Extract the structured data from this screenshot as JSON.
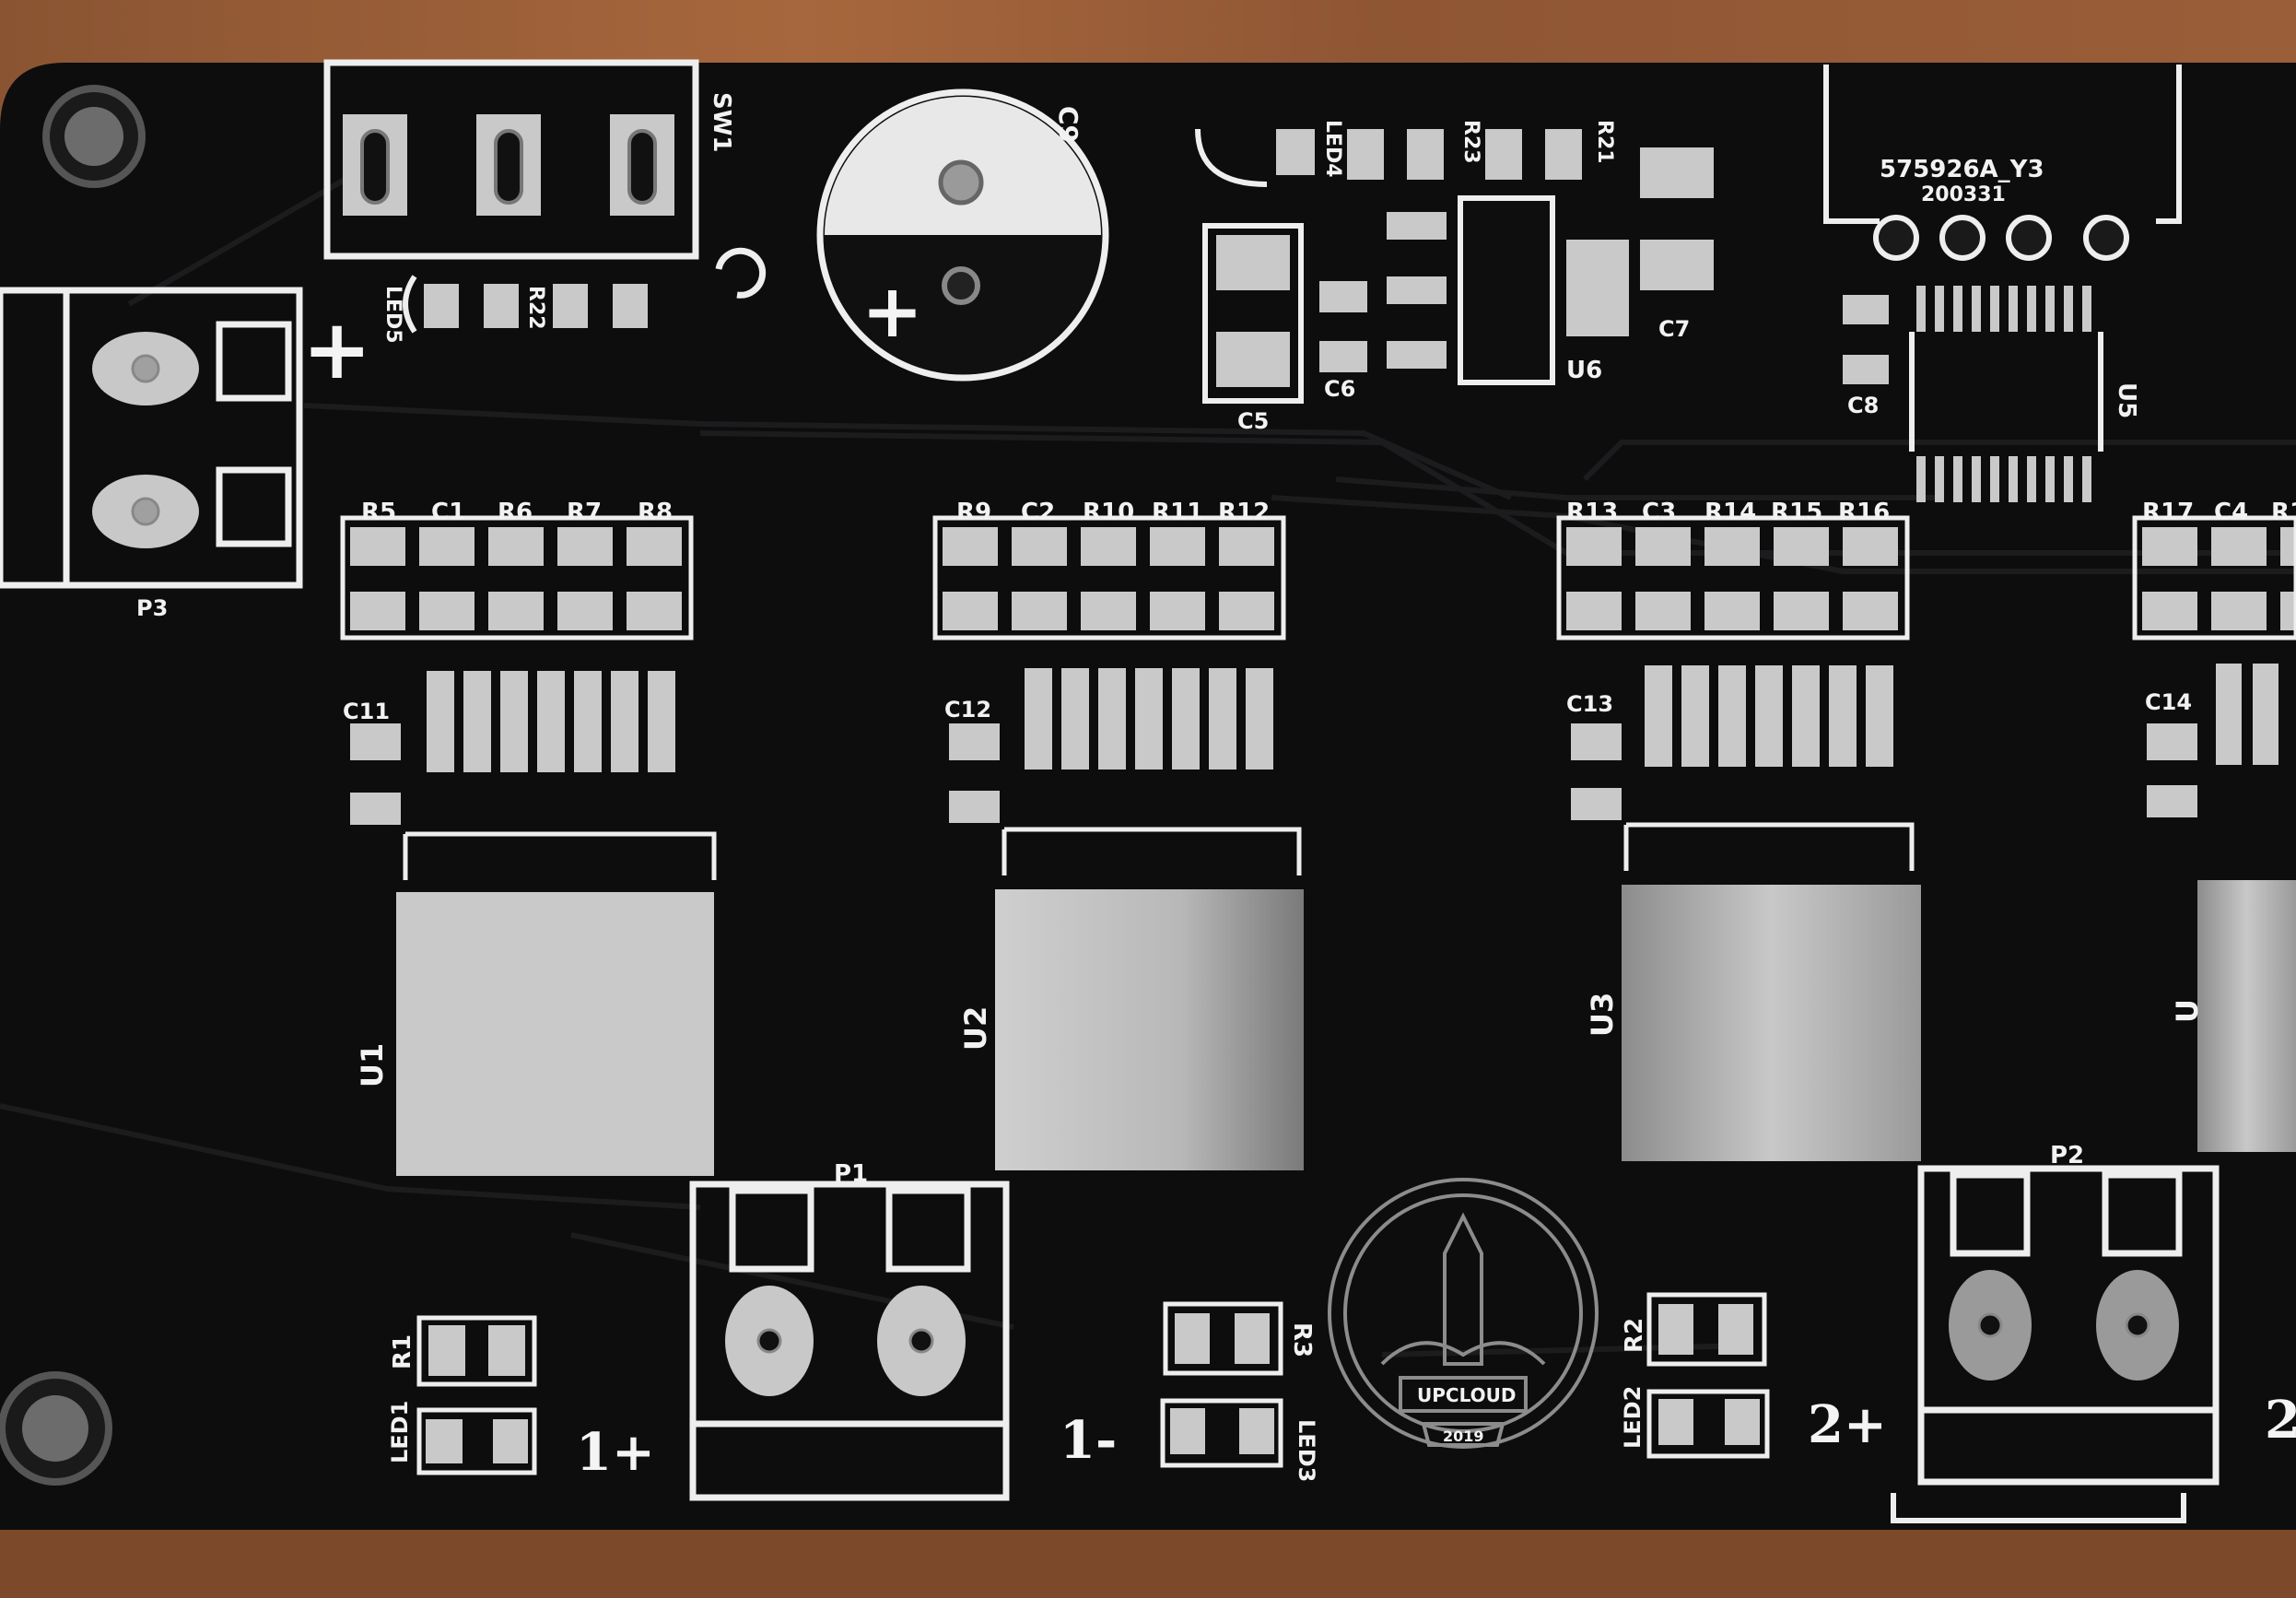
{
  "board": {
    "connectors": {
      "p1": "P1",
      "p2": "P2",
      "p3": "P3",
      "sw1": "SW1"
    },
    "channels": [
      {
        "resistors_caps": [
          "R5",
          "C1",
          "R6",
          "R7",
          "R8"
        ],
        "cap": "C11",
        "ic": "U1"
      },
      {
        "resistors_caps": [
          "R9",
          "C2",
          "R10",
          "R11",
          "R12"
        ],
        "cap": "C12",
        "ic": "U2"
      },
      {
        "resistors_caps": [
          "R13",
          "C3",
          "R14",
          "R15",
          "R16"
        ],
        "cap": "C13",
        "ic": "U3"
      },
      {
        "resistors_caps": [
          "R17",
          "C4",
          "R1"
        ],
        "cap": "C14",
        "ic": "U"
      }
    ],
    "top_parts": {
      "c9": "C9",
      "c5": "C5",
      "c6": "C6",
      "c7": "C7",
      "c8": "C8",
      "u5": "U5",
      "u6": "U6",
      "r21": "R21",
      "r22": "R22",
      "r23": "R23",
      "led4": "LED4",
      "led5": "LED5",
      "module_code": "575926A_Y3",
      "module_date": "200331"
    },
    "bottom_parts": {
      "r1": "R1",
      "r2": "R2",
      "r3": "R3",
      "led1": "LED1",
      "led2": "LED2",
      "led3": "LED3"
    },
    "terminals": {
      "out1_pos": "1+",
      "out1_neg": "1-",
      "out2_pos": "2+",
      "out2_neg": "2",
      "plus_sign": "+",
      "c9_polarity": "+"
    },
    "logo": {
      "text": "UPCLOUD",
      "year": "2019"
    }
  }
}
